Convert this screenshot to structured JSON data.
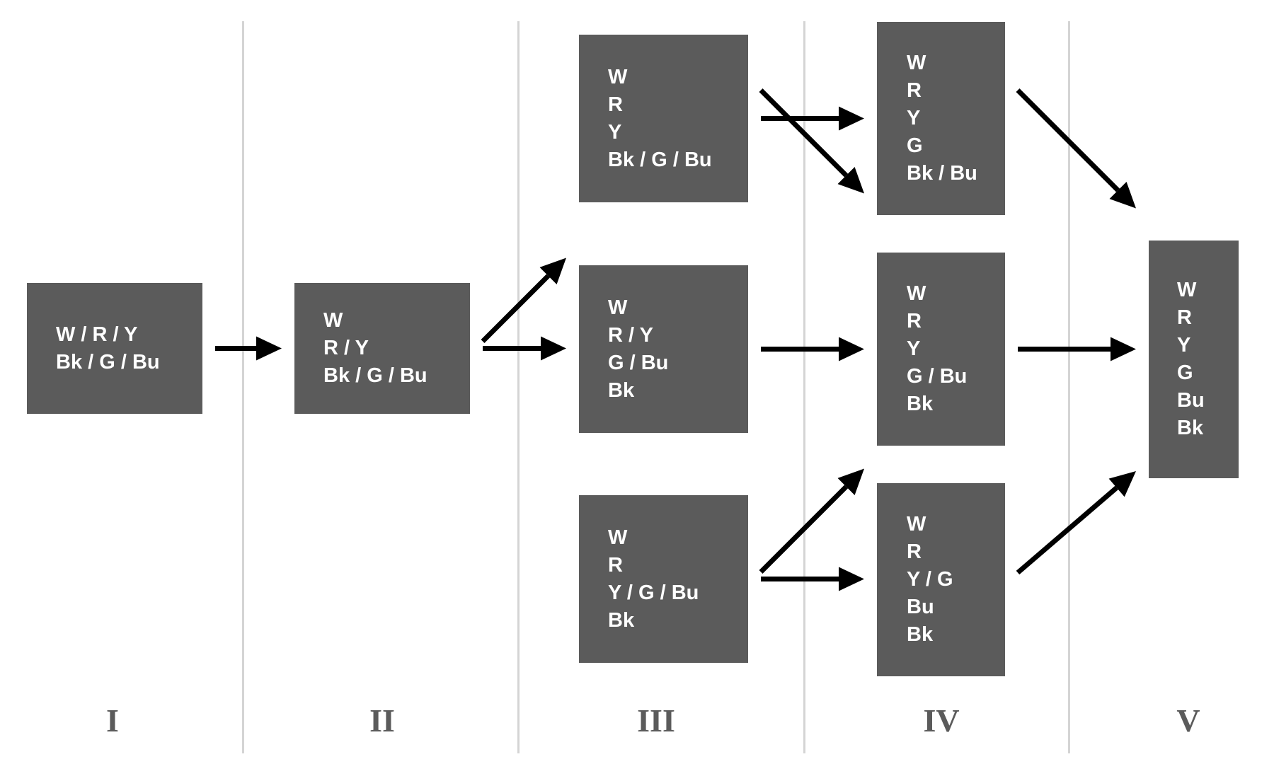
{
  "colors": {
    "box_fill": "#5b5b5b",
    "box_text": "#ffffff",
    "divider": "#d4d4d4",
    "arrow": "#000000",
    "stage_label": "#5b5b5b"
  },
  "stages": [
    {
      "id": "I",
      "label": "I"
    },
    {
      "id": "II",
      "label": "II"
    },
    {
      "id": "III",
      "label": "III"
    },
    {
      "id": "IV",
      "label": "IV"
    },
    {
      "id": "V",
      "label": "V"
    }
  ],
  "nodes": [
    {
      "id": "n1",
      "stage": "I",
      "lines": [
        "W / R / Y",
        "Bk / G / Bu"
      ]
    },
    {
      "id": "n2",
      "stage": "II",
      "lines": [
        "W",
        "R / Y",
        "Bk / G / Bu"
      ]
    },
    {
      "id": "n3a",
      "stage": "III",
      "lines": [
        "W",
        "R",
        "Y",
        "Bk / G / Bu"
      ]
    },
    {
      "id": "n3b",
      "stage": "III",
      "lines": [
        "W",
        "R / Y",
        "G / Bu",
        "Bk"
      ]
    },
    {
      "id": "n3c",
      "stage": "III",
      "lines": [
        "W",
        "R",
        "Y / G / Bu",
        "Bk"
      ]
    },
    {
      "id": "n4a",
      "stage": "IV",
      "lines": [
        "W",
        "R",
        "Y",
        "G",
        "Bk / Bu"
      ]
    },
    {
      "id": "n4b",
      "stage": "IV",
      "lines": [
        "W",
        "R",
        "Y",
        "G / Bu",
        "Bk"
      ]
    },
    {
      "id": "n4c",
      "stage": "IV",
      "lines": [
        "W",
        "R",
        "Y / G",
        "Bu",
        "Bk"
      ]
    },
    {
      "id": "n5",
      "stage": "V",
      "lines": [
        "W",
        "R",
        "Y",
        "G",
        "Bu",
        "Bk"
      ]
    }
  ],
  "edges": [
    {
      "from": "n1",
      "to": "n2"
    },
    {
      "from": "n2",
      "to": "n3a"
    },
    {
      "from": "n2",
      "to": "n3b"
    },
    {
      "from": "n3a",
      "to": "n4a"
    },
    {
      "from": "n3a",
      "to": "n4b"
    },
    {
      "from": "n3b",
      "to": "n4b"
    },
    {
      "from": "n3c",
      "to": "n4b"
    },
    {
      "from": "n3c",
      "to": "n4c"
    },
    {
      "from": "n4a",
      "to": "n5"
    },
    {
      "from": "n4b",
      "to": "n5"
    },
    {
      "from": "n4c",
      "to": "n5"
    }
  ]
}
